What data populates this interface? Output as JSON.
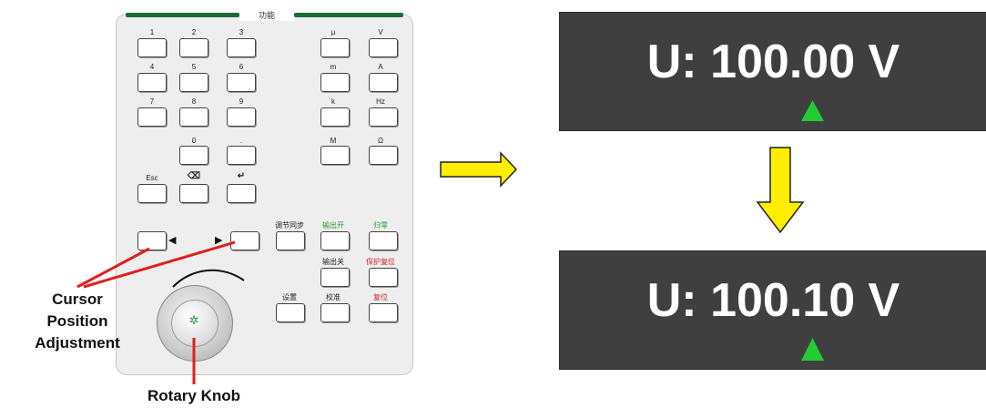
{
  "keypad": {
    "title": "功能",
    "number_keys": [
      "1",
      "2",
      "3",
      "4",
      "5",
      "6",
      "7",
      "8",
      "9",
      "0",
      "."
    ],
    "unit_keys": [
      "µ",
      "V",
      "m",
      "A",
      "k",
      "Hz",
      "M",
      "Ω"
    ],
    "esc_label": "Esc",
    "backspace_symbol": "⌫",
    "enter_symbol": "↵",
    "adjust_sync_label": "调节同步",
    "output_on_label": "输出开",
    "zero_label": "归零",
    "output_off_label": "输出关",
    "protect_reset_label": "保护复位",
    "settings_label": "设置",
    "calibrate_label": "校准",
    "reset_label": "复位",
    "left_arrow": "◀",
    "right_arrow": "▶",
    "knob_symbol": "✲"
  },
  "annotations": {
    "cursor_line1": "Cursor",
    "cursor_line2": "Position",
    "cursor_line3": "Adjustment",
    "knob": "Rotary Knob"
  },
  "displays": {
    "before": "U: 100.00 V",
    "after": "U: 100.10 V"
  },
  "colors": {
    "callout_red": "#e02020",
    "arrow_yellow": "#ffee00",
    "cursor_green": "#22cc33",
    "panel_green": "#1e6b3a",
    "display_bg": "#3f3f3f"
  }
}
